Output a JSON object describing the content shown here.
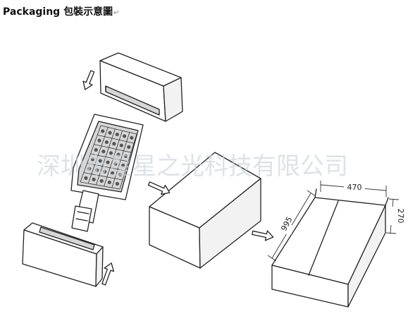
{
  "title": {
    "text": "Packaging 包裝示意圖",
    "return_mark": "↵"
  },
  "watermark": "深圳市星星之光科技有限公司",
  "dimensions": {
    "width": "470",
    "depth": "270",
    "length": "995"
  },
  "icons": {
    "arrows": "hollow-arrow-icon",
    "lamp": "street-light-icon"
  },
  "colors": {
    "line": "#222222",
    "watermark": "#cfd3d8",
    "panel": "#d6d6d6"
  }
}
